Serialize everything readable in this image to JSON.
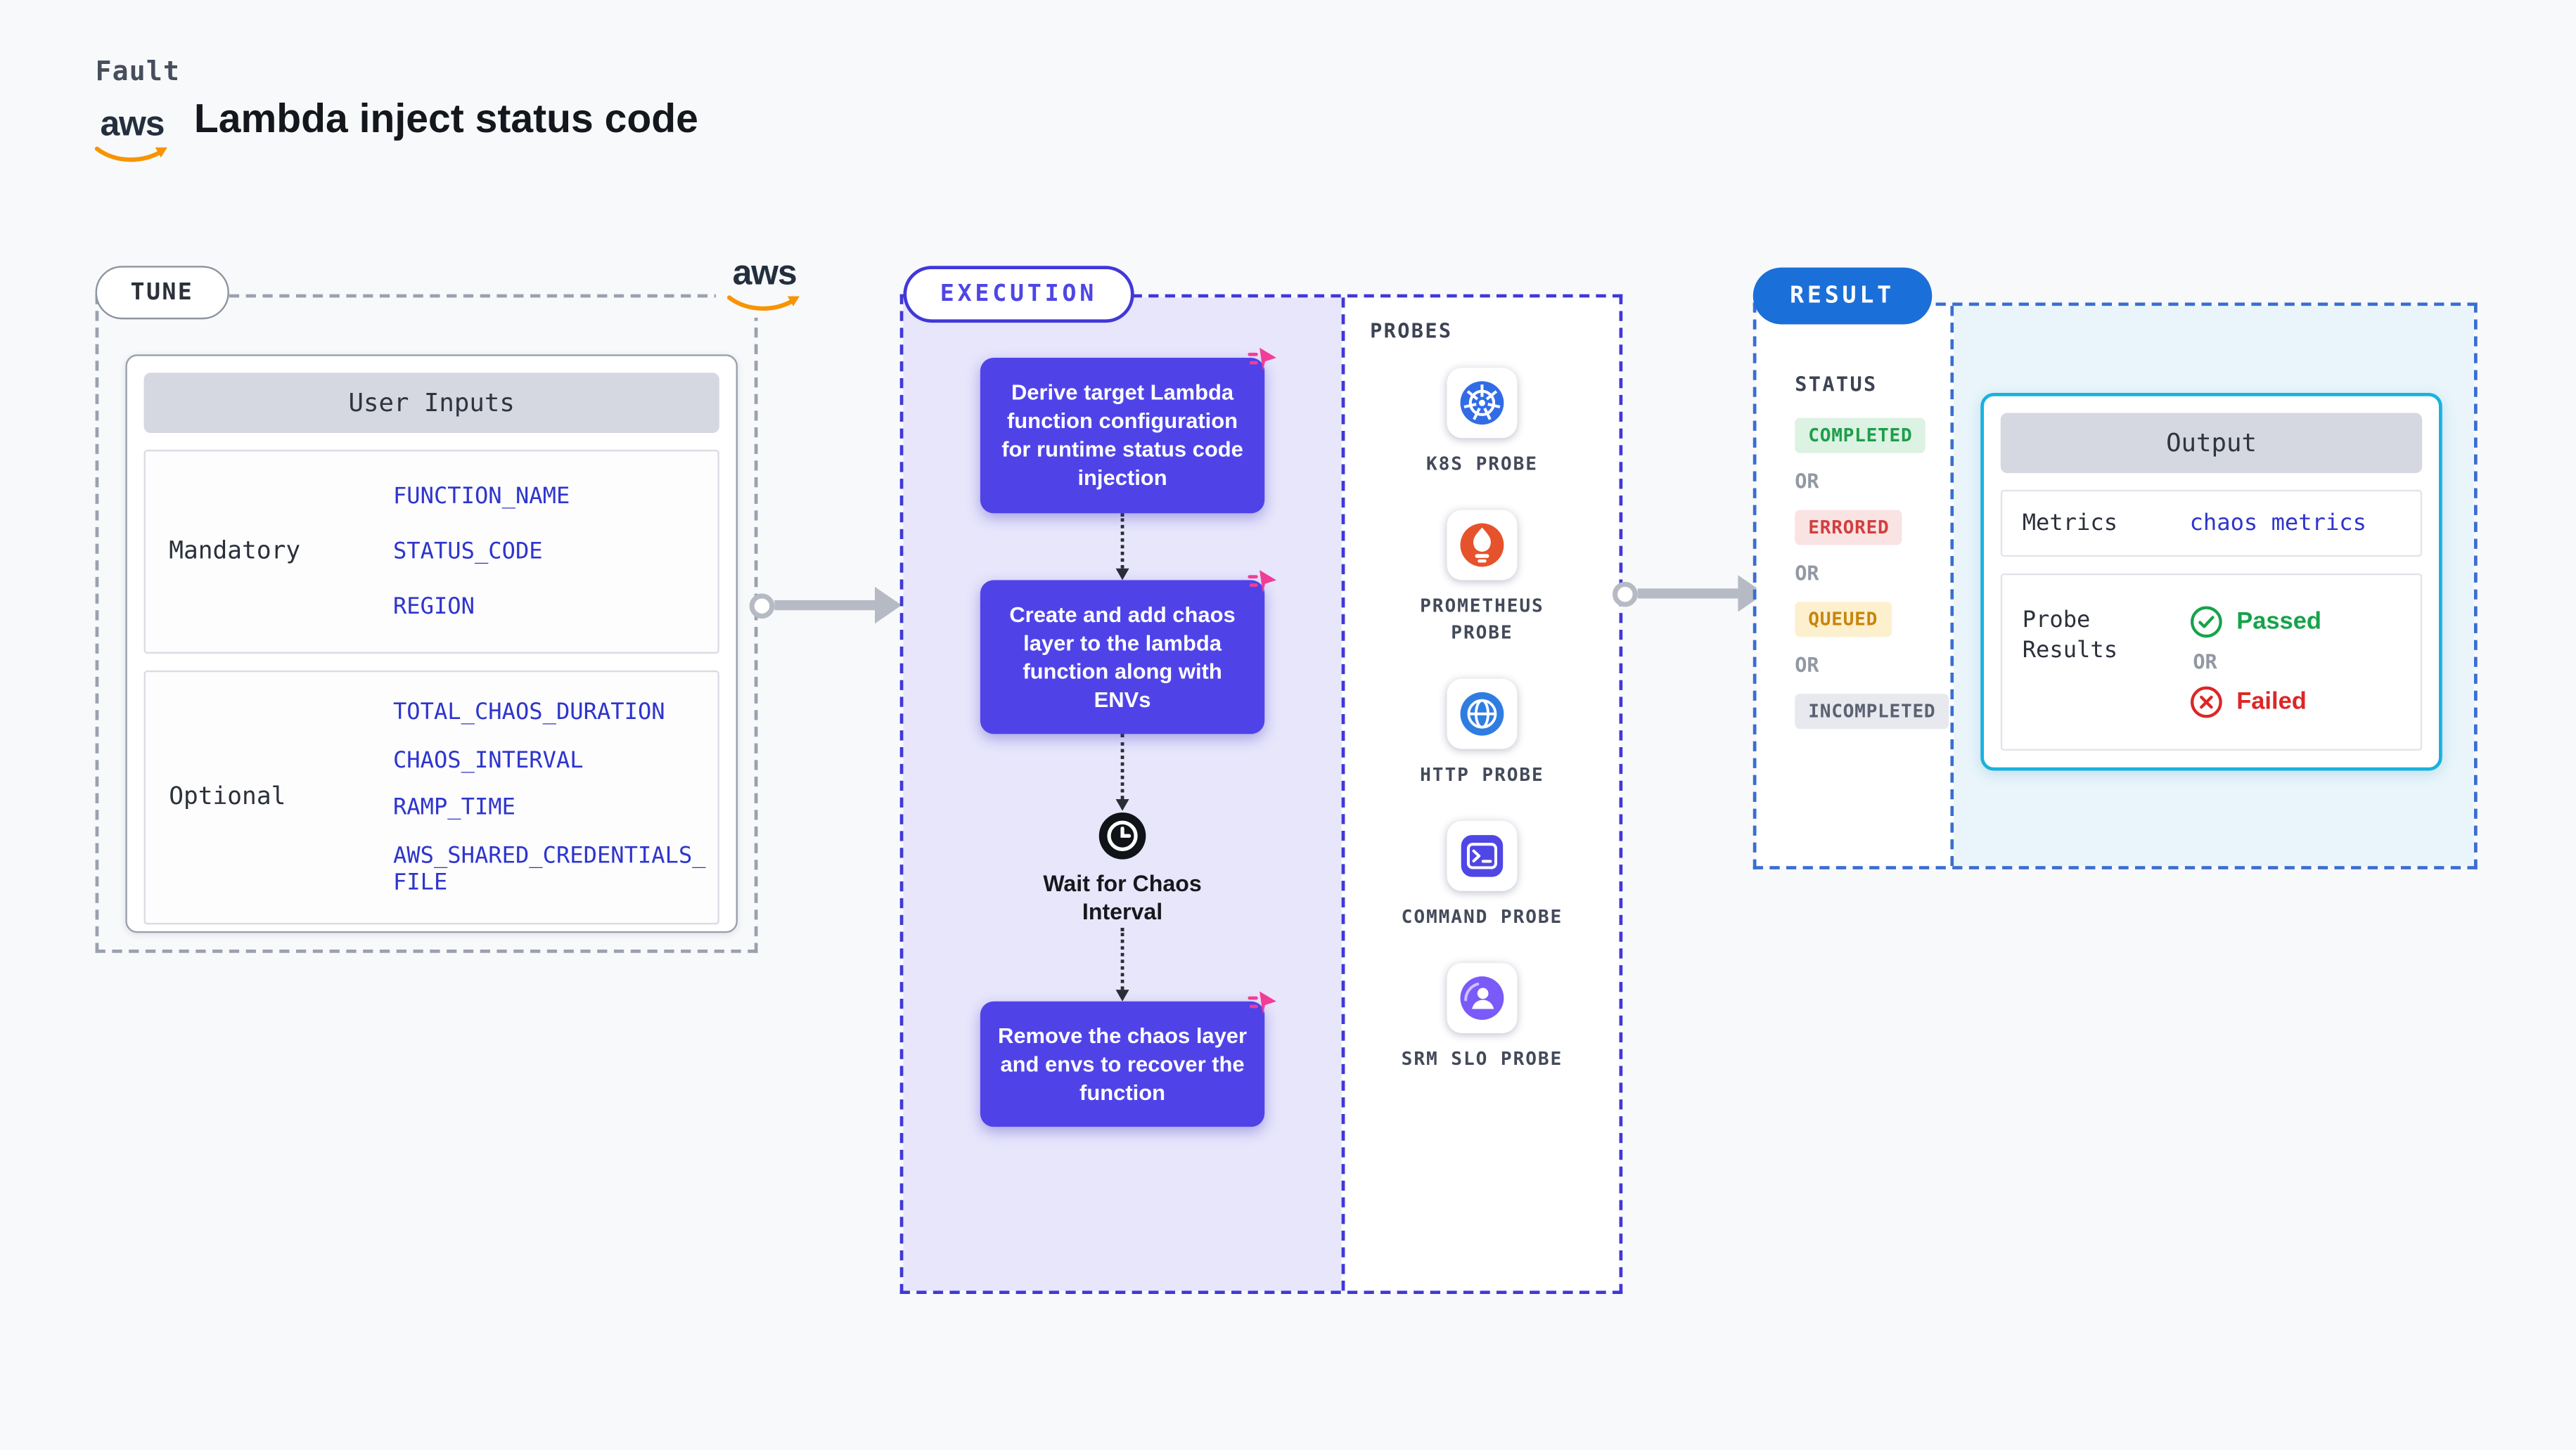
{
  "colors": {
    "background": "#f8f9fb",
    "step_indigo": "#4f43e8",
    "execution_fill": "#e7e6fb",
    "execution_border": "#4038d8",
    "tune_border": "#9ba1ad",
    "result_border": "#3a6ed0",
    "result_fill": "#e9f5fb",
    "output_border": "#18b2de",
    "result_pill_blue": "#1b6fd9",
    "tap_pink": "#f23d97",
    "env_var_text": "#2e35cc",
    "status_completed": "#1e9e4a",
    "status_errored": "#d23f3f",
    "status_queued": "#c9850a",
    "status_incompleted": "#5b6170",
    "passed_green": "#16a34a",
    "failed_red": "#dc2626",
    "aws_orange": "#f79400"
  },
  "header": {
    "eyebrow": "Fault",
    "title": "Lambda inject status code",
    "aws_wordmark": "aws"
  },
  "tune": {
    "label": "TUNE",
    "table_title": "User Inputs",
    "rows": [
      {
        "group": "Mandatory",
        "fields": [
          "FUNCTION_NAME",
          "STATUS_CODE",
          "REGION"
        ]
      },
      {
        "group": "Optional",
        "fields": [
          "TOTAL_CHAOS_DURATION",
          "CHAOS_INTERVAL",
          "RAMP_TIME",
          "AWS_SHARED_CREDENTIALS_FILE"
        ]
      }
    ]
  },
  "execution": {
    "label": "EXECUTION",
    "steps": [
      {
        "text": "Derive target Lambda function configuration for runtime status code injection",
        "icon": "tap-cursor-icon"
      },
      {
        "text": "Create and add chaos layer to the lambda function along with ENVs",
        "icon": "tap-cursor-icon"
      },
      {
        "text": "Remove the chaos layer and envs to recover the function",
        "icon": "tap-cursor-icon"
      }
    ],
    "wait_label": "Wait for Chaos Interval",
    "wait_icon": "clock-icon",
    "probes": {
      "label": "PROBES",
      "items": [
        {
          "label": "K8S PROBE",
          "icon": "kubernetes-wheel-icon"
        },
        {
          "label": "PROMETHEUS PROBE",
          "icon": "prometheus-flame-icon"
        },
        {
          "label": "HTTP PROBE",
          "icon": "http-globe-icon"
        },
        {
          "label": "COMMAND PROBE",
          "icon": "terminal-prompt-icon"
        },
        {
          "label": "SRM SLO PROBE",
          "icon": "srm-slo-icon"
        }
      ]
    }
  },
  "result": {
    "label": "RESULT",
    "status": {
      "label": "STATUS",
      "or": "OR",
      "values": [
        "COMPLETED",
        "ERRORED",
        "QUEUED",
        "INCOMPLETED"
      ]
    },
    "output": {
      "title": "Output",
      "metrics_label": "Metrics",
      "metrics_value": "chaos metrics",
      "probe_results_label": "Probe Results",
      "passed": "Passed",
      "or": "OR",
      "failed": "Failed"
    }
  }
}
